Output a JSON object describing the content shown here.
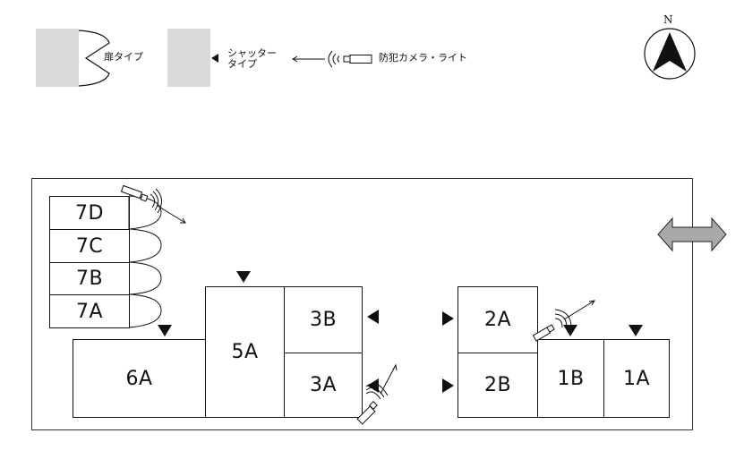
{
  "legend": {
    "door_type_label": "扉タイプ",
    "shutter_type_label_line1": "シャッター",
    "shutter_type_label_line2": "タイプ",
    "camera_label": "防犯カメラ・ライト"
  },
  "compass": {
    "north_label": "N"
  },
  "units": {
    "u7D": "7D",
    "u7C": "7C",
    "u7B": "7B",
    "u7A": "7A",
    "u6A": "6A",
    "u5A": "5A",
    "u3B": "3B",
    "u3A": "3A",
    "u2A": "2A",
    "u2B": "2B",
    "u1B": "1B",
    "u1A": "1A"
  }
}
